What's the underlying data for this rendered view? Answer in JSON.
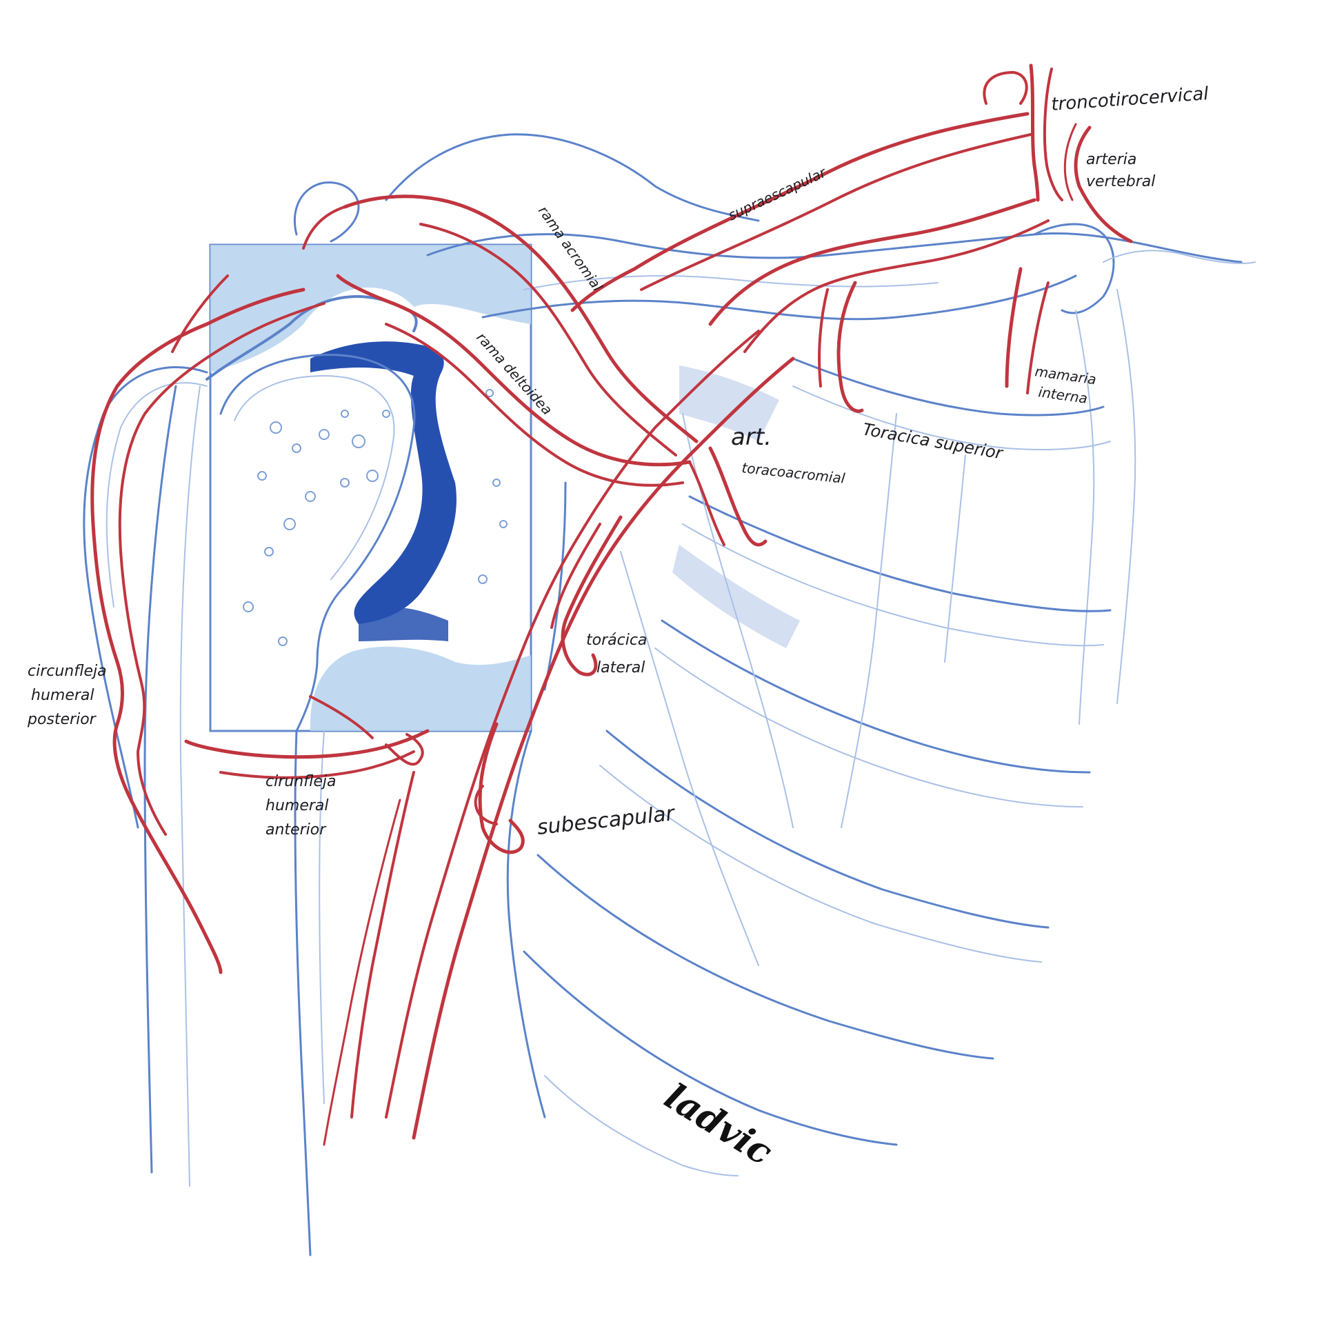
{
  "colors": {
    "artery": "#c0353f",
    "bone": "#5b82c9",
    "bone_light": "#a9c0e6",
    "joint_dark": "#2650b0",
    "box_fill": "#b9d5ee",
    "label": "#1c1c22"
  },
  "labels": {
    "tronco_tirocervical": "troncotirocervical",
    "arteria_vertebral_1": "arteria",
    "arteria_vertebral_2": "vertebral",
    "supraescapular": "supraescapular",
    "rama_acromial": "rama acromial",
    "rama_deltoidea": "rama deltoidea",
    "mamaria_interna_1": "mamaria",
    "mamaria_interna_2": "interna",
    "toracica_superior": "Toracica superior",
    "art": "art.",
    "toracoacromial": "toracoacromial",
    "toracica_lateral_1": "torácica",
    "toracica_lateral_2": "lateral",
    "circ_post_1": "circunfleja",
    "circ_post_2": "humeral",
    "circ_post_3": "posterior",
    "circ_ant_1": "cirunfleja",
    "circ_ant_2": "humeral",
    "circ_ant_3": "anterior",
    "subescapular": "subescapular"
  },
  "signature": "ladvic"
}
